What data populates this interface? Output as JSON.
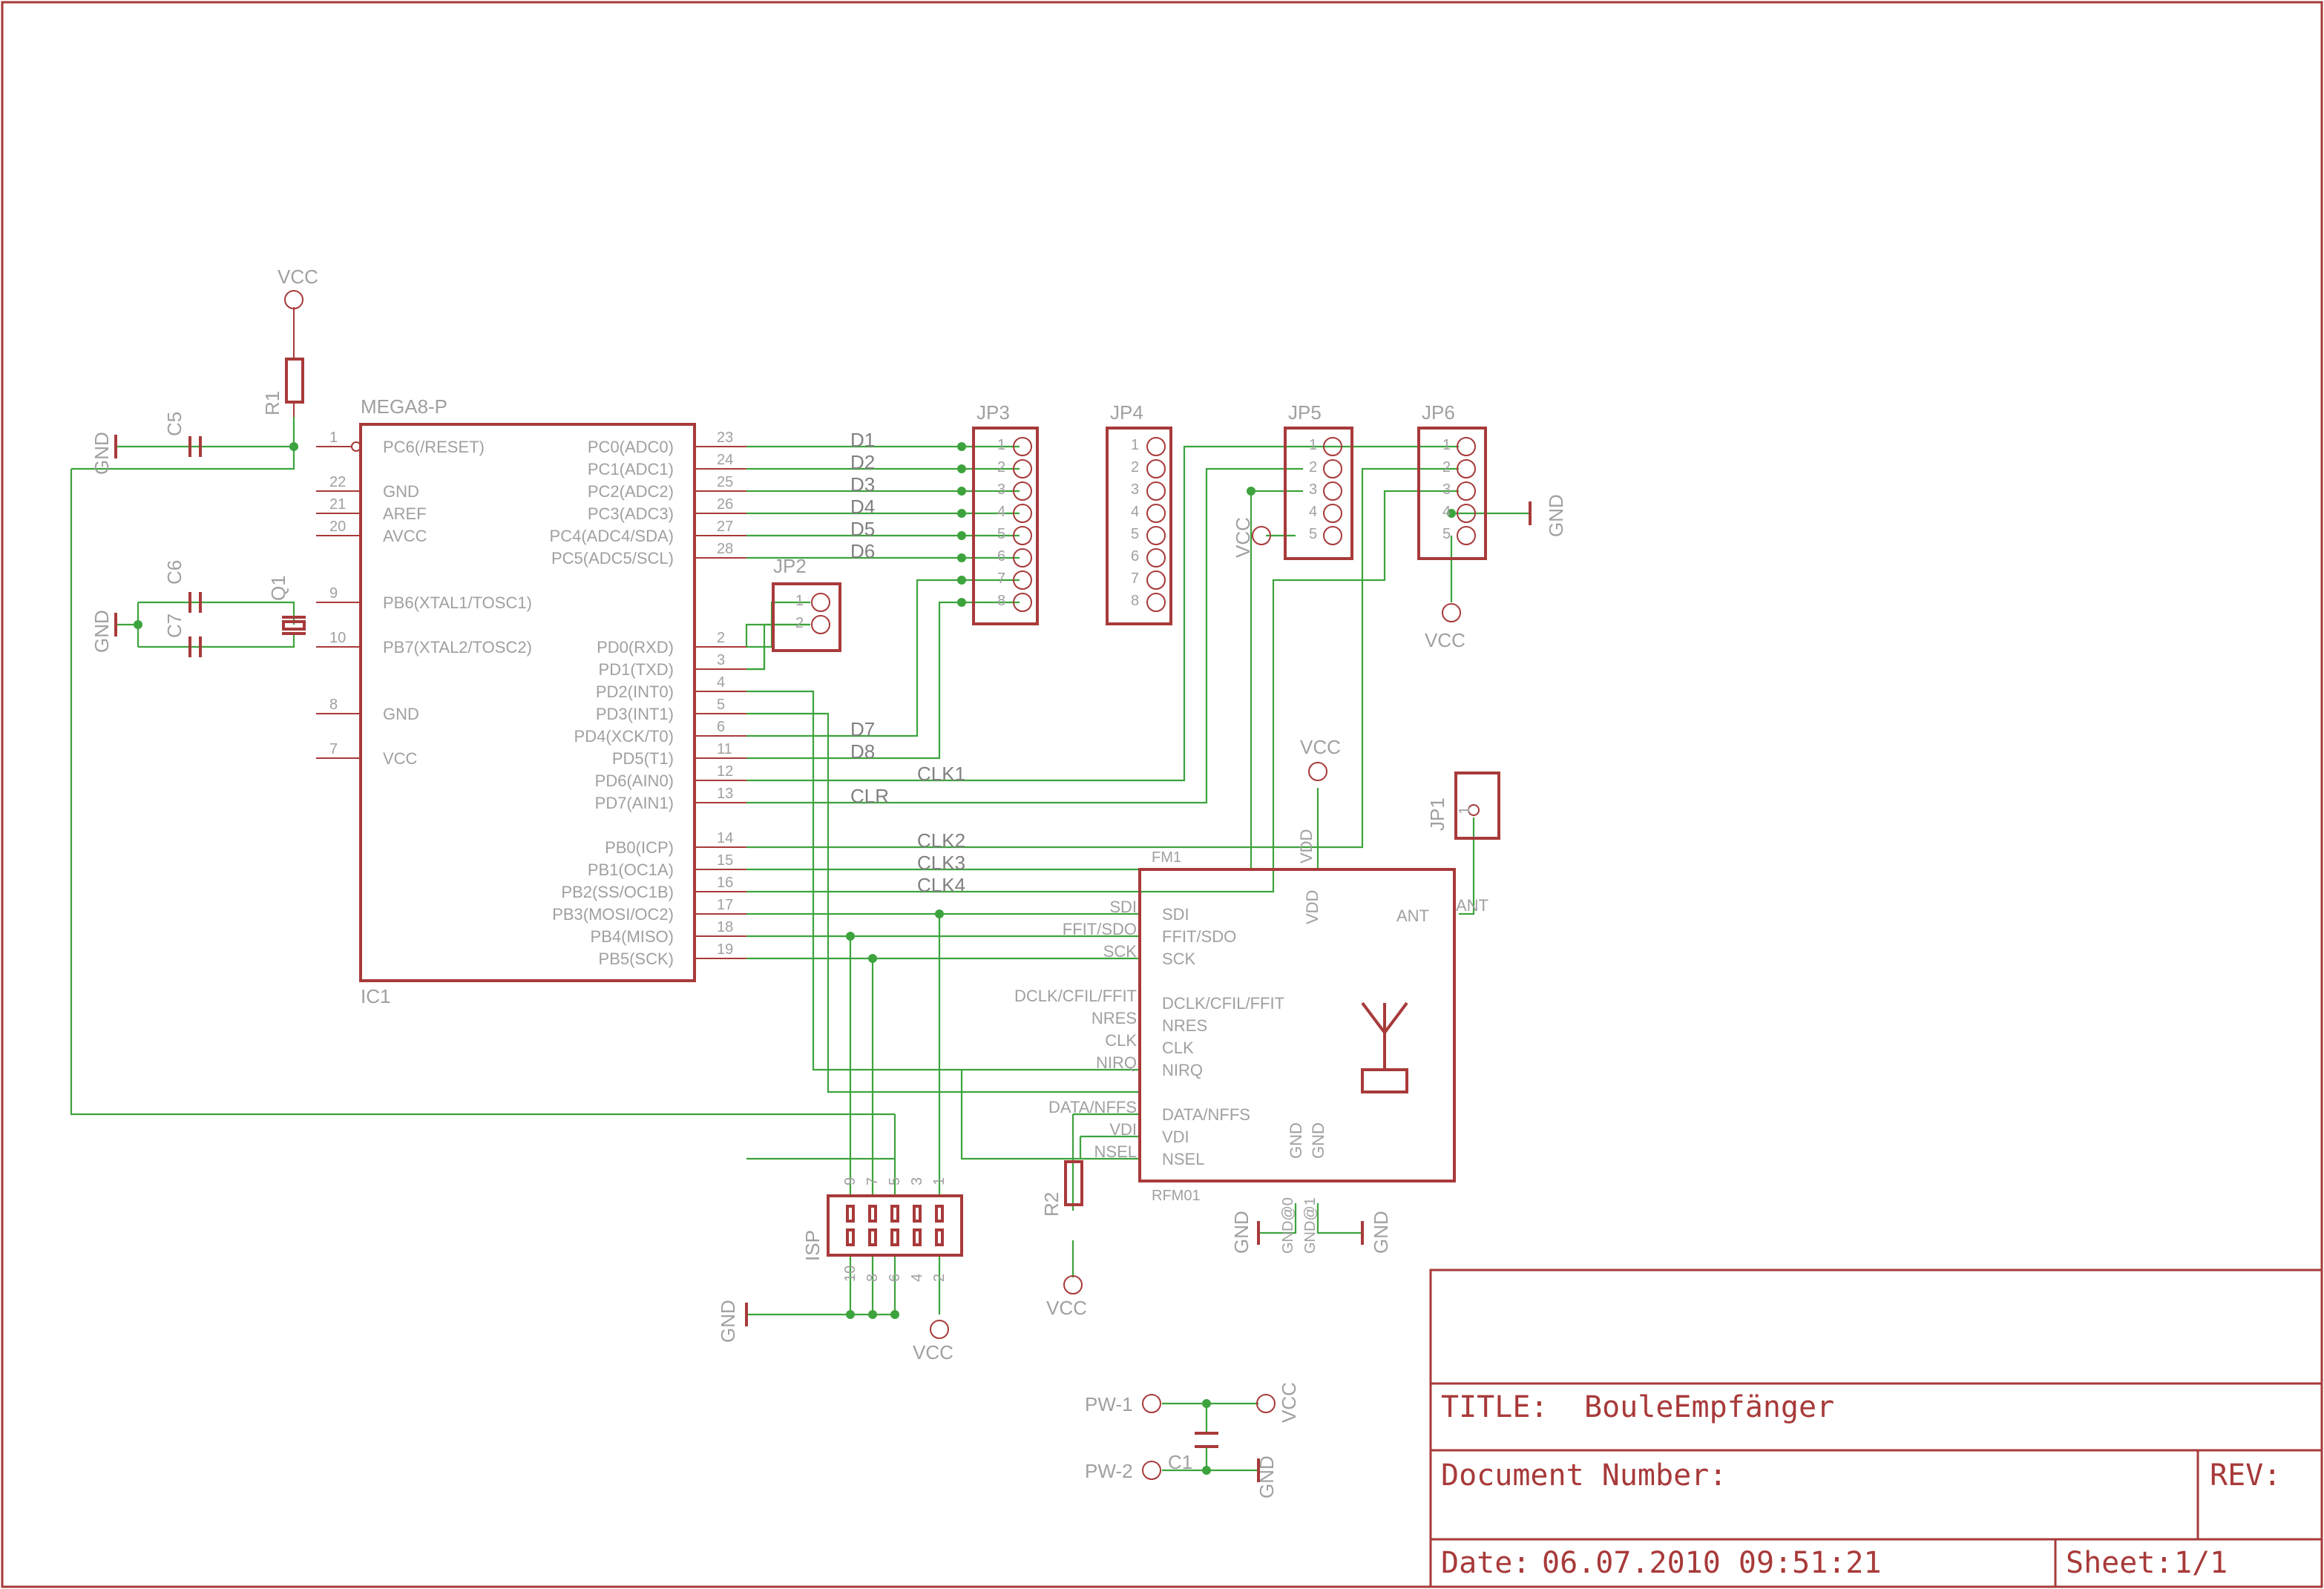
{
  "title_block": {
    "title_label": "TITLE:",
    "title": "BouleEmpfänger",
    "doc_number_label": "Document Number:",
    "rev_label": "REV:",
    "date_label": "Date:",
    "date_value": "06.07.2010 09:51:21",
    "sheet_label": "Sheet:",
    "sheet_value": "1/1"
  },
  "ic1": {
    "name": "MEGA8-P",
    "ref": "IC1",
    "left_pins": [
      {
        "num": "1",
        "name": "PC6(/RESET)"
      },
      {
        "num": "22",
        "name": "GND"
      },
      {
        "num": "21",
        "name": "AREF"
      },
      {
        "num": "20",
        "name": "AVCC"
      },
      {
        "num": "9",
        "name": "PB6(XTAL1/TOSC1)"
      },
      {
        "num": "10",
        "name": "PB7(XTAL2/TOSC2)"
      },
      {
        "num": "8",
        "name": "GND"
      },
      {
        "num": "7",
        "name": "VCC"
      }
    ],
    "right_pins": [
      {
        "num": "23",
        "name": "PC0(ADC0)"
      },
      {
        "num": "24",
        "name": "PC1(ADC1)"
      },
      {
        "num": "25",
        "name": "PC2(ADC2)"
      },
      {
        "num": "26",
        "name": "PC3(ADC3)"
      },
      {
        "num": "27",
        "name": "PC4(ADC4/SDA)"
      },
      {
        "num": "28",
        "name": "PC5(ADC5/SCL)"
      },
      {
        "num": "2",
        "name": "PD0(RXD)"
      },
      {
        "num": "3",
        "name": "PD1(TXD)"
      },
      {
        "num": "4",
        "name": "PD2(INT0)"
      },
      {
        "num": "5",
        "name": "PD3(INT1)"
      },
      {
        "num": "6",
        "name": "PD4(XCK/T0)"
      },
      {
        "num": "11",
        "name": "PD5(T1)"
      },
      {
        "num": "12",
        "name": "PD6(AIN0)"
      },
      {
        "num": "13",
        "name": "PD7(AIN1)"
      },
      {
        "num": "14",
        "name": "PB0(ICP)"
      },
      {
        "num": "15",
        "name": "PB1(OC1A)"
      },
      {
        "num": "16",
        "name": "PB2(SS/OC1B)"
      },
      {
        "num": "17",
        "name": "PB3(MOSI/OC2)"
      },
      {
        "num": "18",
        "name": "PB4(MISO)"
      },
      {
        "num": "19",
        "name": "PB5(SCK)"
      }
    ]
  },
  "nets": {
    "d1": "D1",
    "d2": "D2",
    "d3": "D3",
    "d4": "D4",
    "d5": "D5",
    "d6": "D6",
    "d7": "D7",
    "d8": "D8",
    "clk1": "CLK1",
    "clr": "CLR",
    "clk2": "CLK2",
    "clk3": "CLK3",
    "clk4": "CLK4"
  },
  "rfm": {
    "ref": "RFM01",
    "gate": "FM1",
    "inner_pins": [
      "SDI",
      "FFIT/SDO",
      "SCK",
      "DCLK/CFIL/FFIT",
      "NRES",
      "CLK",
      "NIRQ",
      "DATA/NFFS",
      "VDI",
      "NSEL"
    ],
    "outer_pins": [
      "SDI",
      "FFIT/SDO",
      "SCK",
      "DCLK/CFIL/FFIT",
      "NRES",
      "CLK",
      "NIRQ",
      "DATA/NFFS",
      "VDI",
      "NSEL"
    ],
    "vdd": "VDD",
    "ant": "ANT",
    "gnd1": "GND",
    "gnd2": "GND",
    "gnd_pin0": "GND@0",
    "gnd_pin1": "GND@1"
  },
  "connectors": {
    "jp1": "JP1",
    "jp2": "JP2",
    "jp3": "JP3",
    "jp4": "JP4",
    "jp5": "JP5",
    "jp6": "JP6",
    "isp": "ISP",
    "pin8": [
      "1",
      "2",
      "3",
      "4",
      "5",
      "6",
      "7",
      "8"
    ],
    "pin5": [
      "1",
      "2",
      "3",
      "4",
      "5"
    ],
    "pin2": [
      "1",
      "2"
    ],
    "pin1": [
      "1"
    ],
    "isp_top": [
      "9",
      "7",
      "5",
      "3",
      "1"
    ],
    "isp_bottom": [
      "10",
      "8",
      "6",
      "4",
      "2"
    ]
  },
  "parts": {
    "r1": "R1",
    "r2": "R2",
    "c1": "C1",
    "c5": "C5",
    "c6": "C6",
    "c7": "C7",
    "q1": "Q1",
    "pw1": "PW-1",
    "pw2": "PW-2"
  },
  "supplies": {
    "vcc": "VCC",
    "gnd": "GND"
  },
  "colors": {
    "symbol": "#a83a3a",
    "net": "#3da33d",
    "text": "#a0a0a0"
  }
}
